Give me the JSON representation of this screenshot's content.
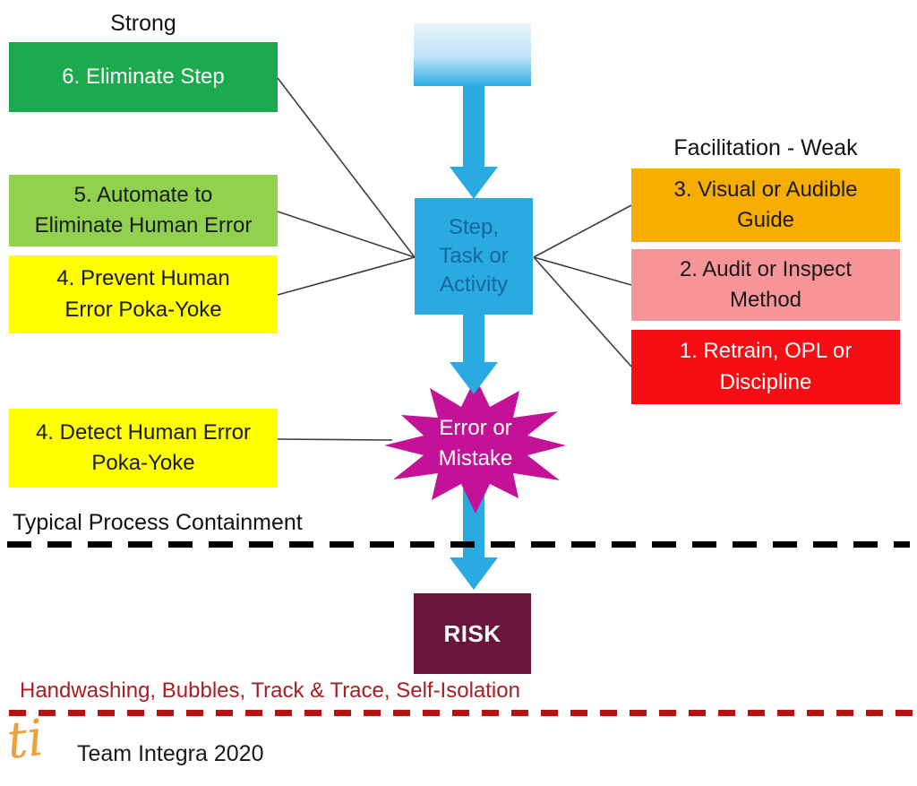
{
  "headings": {
    "strong": "Strong",
    "weak": "Facilitation - Weak",
    "containment": "Typical Process Containment"
  },
  "left_boxes": [
    {
      "label": "6. Eliminate Step"
    },
    {
      "label": "5. Automate to\nEliminate Human Error"
    },
    {
      "label": "4. Prevent Human\nError Poka-Yoke"
    },
    {
      "label": "4. Detect Human Error\nPoka-Yoke"
    }
  ],
  "right_boxes": [
    {
      "label": "3. Visual or Audible\nGuide"
    },
    {
      "label": "2. Audit or Inspect\nMethod"
    },
    {
      "label": "1. Retrain, OPL or\nDiscipline"
    }
  ],
  "center": {
    "process_box": "Step,\nTask or\nActivity",
    "error_star": "Error or\nMistake",
    "risk_box": "RISK"
  },
  "footer": {
    "measures": "Handwashing, Bubbles, Track & Trace, Self-Isolation",
    "logo": "ti",
    "credit": "Team Integra 2020"
  },
  "colors": {
    "strong_green": "#1BAA4D",
    "light_green": "#92D050",
    "yellow": "#FFFF00",
    "orange": "#F7AC00",
    "pink": "#F79598",
    "red": "#F50D14",
    "process_blue": "#29ABE2",
    "process_text_blue": "#17659F",
    "star_magenta": "#C31298",
    "risk_maroon": "#6A1539",
    "measures_red": "#A91E22",
    "dashed_red": "#B51211",
    "logo_orange": "#E8A33C",
    "connector_gray": "#3D3D3D"
  }
}
